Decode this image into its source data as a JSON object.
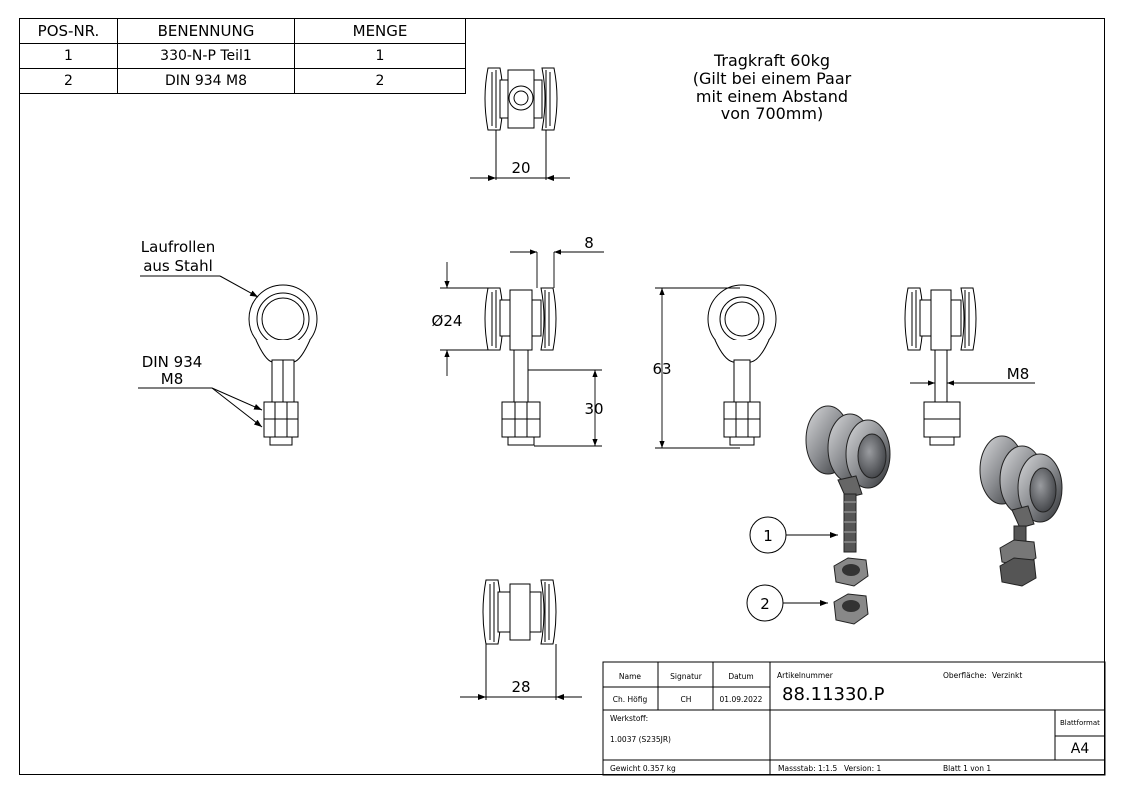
{
  "parts_list": {
    "headers": [
      "POS-NR.",
      "BENENNUNG",
      "MENGE"
    ],
    "rows": [
      [
        "1",
        "330-N-P Teil1",
        "1"
      ],
      [
        "2",
        "DIN 934 M8",
        "2"
      ]
    ]
  },
  "notes": {
    "load_line1": "Tragkraft 60kg",
    "load_line2": "(Gilt bei einem Paar",
    "load_line3": "mit einem Abstand",
    "load_line4": "von 700mm)",
    "rollers_line1": "Laufrollen",
    "rollers_line2": "aus Stahl",
    "nut_line1": "DIN 934",
    "nut_line2": "M8"
  },
  "dimensions": {
    "top_width": "20",
    "wheel_gap": "8",
    "diameter": "Ø24",
    "shaft_length": "30",
    "total_height": "63",
    "thread": "M8",
    "bottom_width": "28"
  },
  "balloons": [
    "1",
    "2"
  ],
  "title_block": {
    "name_label": "Name",
    "signature_label": "Signatur",
    "date_label": "Datum",
    "article_label": "Artikelnummer",
    "surface_label": "Oberfläche:",
    "surface_value": "Verzinkt",
    "name_value": "Ch. Höfig",
    "signature_value": "CH",
    "date_value": "01.09.2022",
    "article_value": "88.11330.P",
    "material_label": "Werkstoff:",
    "material_value": "1.0037 (S235JR)",
    "format_label": "Blattformat",
    "format_value": "A4",
    "weight": "Gewicht 0.357 kg",
    "scale": "Massstab: 1:1.5",
    "version": "Version: 1",
    "sheet": "Blatt 1 von 1"
  }
}
